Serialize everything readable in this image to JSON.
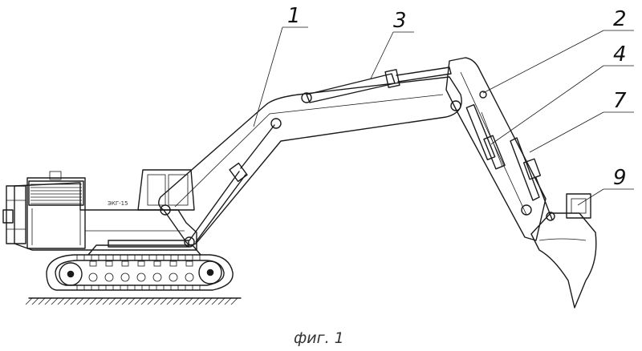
{
  "figure": {
    "caption": "фиг. 1",
    "cab_marking": "ЭКГ-15"
  },
  "labels": [
    {
      "id": "1",
      "text": "1"
    },
    {
      "id": "3",
      "text": "3"
    },
    {
      "id": "2",
      "text": "2"
    },
    {
      "id": "4",
      "text": "4"
    },
    {
      "id": "7",
      "text": "7"
    },
    {
      "id": "9",
      "text": "9"
    }
  ]
}
